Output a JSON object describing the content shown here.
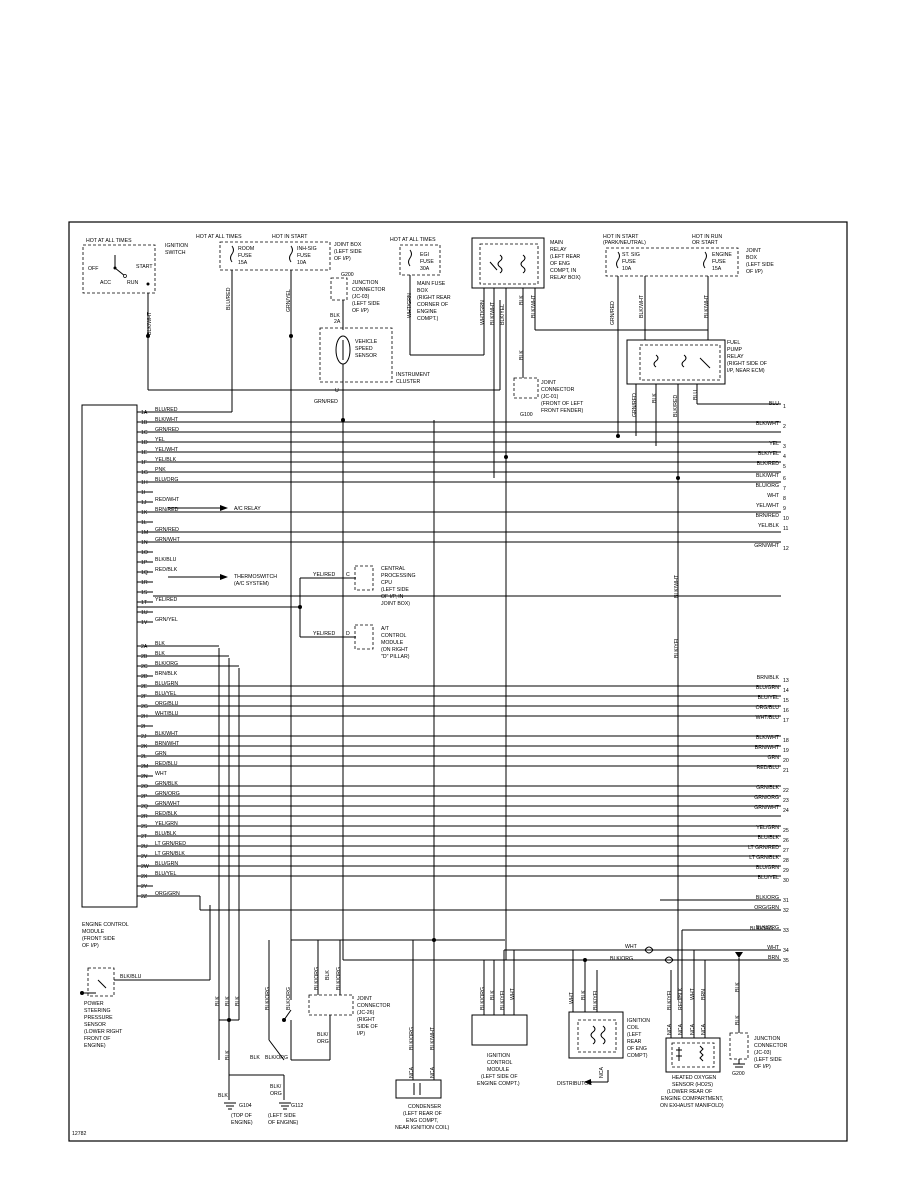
{
  "page": {
    "figure_number": "12782"
  },
  "ecm": {
    "label": [
      "ENGINE CONTROL",
      "MODULE",
      "(FRONT SIDE",
      "OF I/P)"
    ],
    "pins_left": [
      {
        "pin": "1A",
        "wire": "BLU/RED"
      },
      {
        "pin": "1B",
        "wire": "BLK/WHT"
      },
      {
        "pin": "1C",
        "wire": "GRN/RED"
      },
      {
        "pin": "1D",
        "wire": "YEL"
      },
      {
        "pin": "1E",
        "wire": "YEL/WHT"
      },
      {
        "pin": "1F",
        "wire": "YEL/BLK"
      },
      {
        "pin": "1G",
        "wire": "PNK"
      },
      {
        "pin": "1H",
        "wire": "BLU/ORG"
      },
      {
        "pin": "1I",
        "wire": ""
      },
      {
        "pin": "1J",
        "wire": "RED/WHT"
      },
      {
        "pin": "1K",
        "wire": "BRN/RED"
      },
      {
        "pin": "1L",
        "wire": ""
      },
      {
        "pin": "1M",
        "wire": "GRN/RED"
      },
      {
        "pin": "1N",
        "wire": "GRN/WHT"
      },
      {
        "pin": "1O",
        "wire": ""
      },
      {
        "pin": "1P",
        "wire": "BLK/BLU"
      },
      {
        "pin": "1Q",
        "wire": "RED/BLK"
      },
      {
        "pin": "1R",
        "wire": ""
      },
      {
        "pin": "1S",
        "wire": ""
      },
      {
        "pin": "1T",
        "wire": "YEL/RED"
      },
      {
        "pin": "1U",
        "wire": ""
      },
      {
        "pin": "1V",
        "wire": "GRN/YEL"
      }
    ],
    "pins_second": [
      {
        "pin": "2A",
        "wire": "BLK"
      },
      {
        "pin": "2B",
        "wire": "BLK"
      },
      {
        "pin": "2C",
        "wire": "BLK/ORG"
      },
      {
        "pin": "2D",
        "wire": "BRN/BLK"
      },
      {
        "pin": "2E",
        "wire": "BLU/GRN"
      },
      {
        "pin": "2F",
        "wire": "BLU/YEL"
      },
      {
        "pin": "2G",
        "wire": "ORG/BLU"
      },
      {
        "pin": "2H",
        "wire": "WHT/BLU"
      },
      {
        "pin": "2I",
        "wire": ""
      },
      {
        "pin": "2J",
        "wire": "BLK/WHT"
      },
      {
        "pin": "2K",
        "wire": "BRN/WHT"
      },
      {
        "pin": "2L",
        "wire": "GRN"
      },
      {
        "pin": "2M",
        "wire": "RED/BLU"
      },
      {
        "pin": "2N",
        "wire": "WHT"
      },
      {
        "pin": "2O",
        "wire": "GRN/BLK"
      },
      {
        "pin": "2P",
        "wire": "GRN/ORG"
      },
      {
        "pin": "2Q",
        "wire": "GRN/WHT"
      },
      {
        "pin": "2R",
        "wire": "RED/BLK"
      },
      {
        "pin": "2S",
        "wire": "YEL/GRN"
      },
      {
        "pin": "2T",
        "wire": "BLU/BLK"
      },
      {
        "pin": "2U",
        "wire": "LT GRN/RED"
      },
      {
        "pin": "2V",
        "wire": "LT GRN/BLK"
      },
      {
        "pin": "2W",
        "wire": "BLU/GRN"
      },
      {
        "pin": "2X",
        "wire": "BLU/YEL"
      },
      {
        "pin": "2Y",
        "wire": ""
      },
      {
        "pin": "2Z",
        "wire": "ORG/GRN"
      }
    ]
  },
  "right_edge": [
    {
      "wire": "BLU",
      "n": "1"
    },
    {
      "wire": "BLK/WHT",
      "n": "2"
    },
    {
      "wire": "YEL",
      "n": "3"
    },
    {
      "wire": "BLK/YEL",
      "n": "4"
    },
    {
      "wire": "BLK/RED",
      "n": "5"
    },
    {
      "wire": "BLK/WHT",
      "n": "6"
    },
    {
      "wire": "BLU/ORG",
      "n": "7"
    },
    {
      "wire": "WHT",
      "n": "8"
    },
    {
      "wire": "YEL/WHT",
      "n": "9"
    },
    {
      "wire": "BRN/RED",
      "n": "10"
    },
    {
      "wire": "YEL/BLK",
      "n": "11"
    },
    {
      "wire": "GRN/WHT",
      "n": "12"
    },
    {
      "wire": "BRN/BLK",
      "n": "13"
    },
    {
      "wire": "BLU/GRN",
      "n": "14"
    },
    {
      "wire": "BLU/YEL",
      "n": "15"
    },
    {
      "wire": "ORG/BLU",
      "n": "16"
    },
    {
      "wire": "WHT/BLU",
      "n": "17"
    },
    {
      "wire": "BLK/WHT",
      "n": "18"
    },
    {
      "wire": "BRN/WHT",
      "n": "19"
    },
    {
      "wire": "GRN",
      "n": "20"
    },
    {
      "wire": "RED/BLU",
      "n": "21"
    },
    {
      "wire": "GRN/BLK",
      "n": "22"
    },
    {
      "wire": "GRN/ORG",
      "n": "23"
    },
    {
      "wire": "GRN/WHT",
      "n": "24"
    },
    {
      "wire": "YEL/GRN",
      "n": "25"
    },
    {
      "wire": "BLU/BLK",
      "n": "26"
    },
    {
      "wire": "LT GRN/RED",
      "n": "27"
    },
    {
      "wire": "LT GRN/BLK",
      "n": "28"
    },
    {
      "wire": "BLU/GRN",
      "n": "29"
    },
    {
      "wire": "BLU/YEL",
      "n": "30"
    },
    {
      "wire": "BLK/ORG",
      "n": "31"
    },
    {
      "wire": "ORG/GRN",
      "n": "32"
    },
    {
      "wire": "BLK/ORG",
      "n": "33"
    },
    {
      "wire": "WHT",
      "n": "34"
    },
    {
      "wire": "BRN",
      "n": "35"
    }
  ],
  "top": {
    "ignition_switch": {
      "hot": "HOT AT ALL TIMES",
      "title": [
        "IGNITION",
        "SWITCH"
      ],
      "pos_off": "OFF",
      "pos_acc": "ACC",
      "pos_start": "START",
      "pos_run": "RUN",
      "wire": "BLK/WHT"
    },
    "joint_box_left": {
      "hot_left": "HOT AT ALL TIMES",
      "hot_right": "HOT IN START",
      "fuse_left": [
        "ROOM",
        "FUSE",
        "15A"
      ],
      "fuse_right": [
        "INH-SIG",
        "FUSE",
        "10A"
      ],
      "title": [
        "JOINT BOX",
        "(LEFT SIDE",
        "OF I/P)"
      ],
      "wire_left": "BLU/RED",
      "wire_right": "GRN/YEL"
    },
    "jc03_top": {
      "g": "G200",
      "title": [
        "JUNCTION",
        "CONNECTOR",
        "(JC-03)",
        "(LEFT SIDE",
        "OF I/P)"
      ],
      "wire": "BLK",
      "pin": "2A"
    },
    "vss": {
      "title": [
        "VEHICLE",
        "SPEED",
        "SENSOR"
      ],
      "cluster": "INSTRUMENT",
      "cluster2": "CLUSTER",
      "pin": "U",
      "wire": "GRN/RED"
    },
    "main_fuse_box": {
      "hot": "HOT AT ALL TIMES",
      "fuse": [
        "EGI",
        "FUSE",
        "30A"
      ],
      "title": [
        "MAIN FUSE",
        "BOX",
        "(RIGHT REAR",
        "CORNER OF",
        "ENGINE",
        "COMPT.)"
      ],
      "wire": "WHT/GRN"
    },
    "main_relay": {
      "title": [
        "MAIN",
        "RELAY",
        "(LEFT REAR",
        "OF ENG",
        "COMPT, IN",
        "RELAY BOX)"
      ],
      "wires": [
        "WHT/GRN",
        "BLK/WHT",
        "BLK/YEL",
        "BLK",
        "BLK/WHT"
      ]
    },
    "jc01": {
      "title": [
        "JOINT",
        "CONNECTOR",
        "(JC-01)",
        "(FRONT OF LEFT",
        "FRONT FENDER)"
      ],
      "g": "G100",
      "wire": "BLK"
    },
    "joint_box_right": {
      "hot_left": "HOT IN START",
      "hot_left2": "(PARK/NEUTRAL)",
      "hot_right": "HOT IN RUN",
      "hot_right2": "OR START",
      "fuse_left": [
        "ST. SIG",
        "FUSE",
        "10A"
      ],
      "fuse_right": [
        "ENGINE",
        "FUSE",
        "15A"
      ],
      "title": [
        "JOINT",
        "BOX",
        "(LEFT SIDE",
        "OF I/P)"
      ],
      "wires": [
        "GRN/RED",
        "BLK/WHT",
        "BLK/WHT"
      ]
    },
    "fuel_pump_relay": {
      "title": [
        "FUEL",
        "PUMP",
        "RELAY",
        "(RIGHT SIDE OF",
        "I/P, NEAR ECM)"
      ],
      "wires": [
        "GRN/RED",
        "BLK",
        "BLK/RED",
        "BLU"
      ]
    }
  },
  "middle": {
    "ac_relay": "A/C RELAY",
    "thermoswitch": [
      "THERMOSWITCH",
      "(A/C SYSTEM)"
    ],
    "cpu": {
      "wire": "YEL/RED",
      "pin": "C",
      "title": [
        "CENTRAL",
        "PROCESSING",
        "CPU",
        "(LEFT SIDE",
        "OF I/P, IN",
        "JOINT BOX)"
      ]
    },
    "acm": {
      "wire": "YEL/RED",
      "pin": "D",
      "title": [
        "A/T",
        "CONTROL",
        "MODULE",
        "(ON RIGHT",
        "\"D\" PILLAR)"
      ]
    },
    "right_vertical": [
      "BLK/WHT",
      "BLK/YEL"
    ]
  },
  "bottom": {
    "psp": {
      "wire": "BLK/BLU",
      "title": [
        "POWER",
        "STEERING",
        "PRESSURE",
        "SENSOR",
        "(LOWER RIGHT",
        "FRONT OF",
        "ENGINE)"
      ]
    },
    "jc26": {
      "title": [
        "JOINT",
        "CONNECTOR",
        "(JC-26)",
        "(RIGHT",
        "SIDE OF",
        "I/P)"
      ],
      "out": [
        "BLK/",
        "ORG"
      ],
      "wires": [
        "BLK/ORG",
        "BLK",
        "BLK/ORG"
      ]
    },
    "grounds": {
      "g104": "G104",
      "g104_loc": [
        "(TOP OF",
        "ENGINE)"
      ],
      "g112": "G112",
      "g112_loc": [
        "(LEFT SIDE",
        "OF ENGINE)"
      ],
      "wires": [
        "BLK",
        "BLK",
        "BLK",
        "BLK/ORG",
        "BLK/ORG",
        "BLK",
        "BLK/",
        "ORG"
      ]
    },
    "condenser": {
      "wires": [
        "BLK/ORG",
        "BLK/WHT"
      ],
      "nca": [
        "NCA",
        "NCA"
      ],
      "title": [
        "CONDENSER",
        "(LEFT REAR OF",
        "ENG COMPT,",
        "NEAR IGNITION COIL)"
      ]
    },
    "icm": {
      "wires": [
        "BLK/ORG",
        "BLK",
        "BLK/YEL",
        "WHT"
      ],
      "title": [
        "IGNITION",
        "CONTROL",
        "MODULE",
        "(LEFT SIDE OF",
        "ENGINE COMPT.)"
      ]
    },
    "coil": {
      "wires": [
        "WHT",
        "BLK",
        "BLK/YEL"
      ],
      "title": [
        "IGNITION",
        "COIL",
        "(LEFT",
        "REAR",
        "OF ENG",
        "COMPT)"
      ],
      "nca": "NCA",
      "distributor": "DISTRIBUTOR"
    },
    "ho2s": {
      "wires": [
        "BLK/YEL",
        "RED/BLK",
        "WHT",
        "BRN"
      ],
      "nca": [
        "NCA",
        "NCA",
        "NCA",
        "NCA"
      ],
      "title": [
        "HEATED OXYGEN",
        "SENSOR (HO2S)",
        "(LOWER REAR OF",
        "ENGINE COMPARTMENT,",
        "ON EXHAUST MANIFOLD)"
      ]
    },
    "jc03": {
      "wire": "BLK",
      "g": "G200",
      "title": [
        "JUNCTION",
        "CONNECTOR",
        "(JC-03)",
        "(LEFT SIDE",
        "OF I/P)"
      ]
    },
    "wht_label": "WHT",
    "blk_org_label": "BLK/ORG",
    "blk_org_label2": "BLK/ORG"
  }
}
